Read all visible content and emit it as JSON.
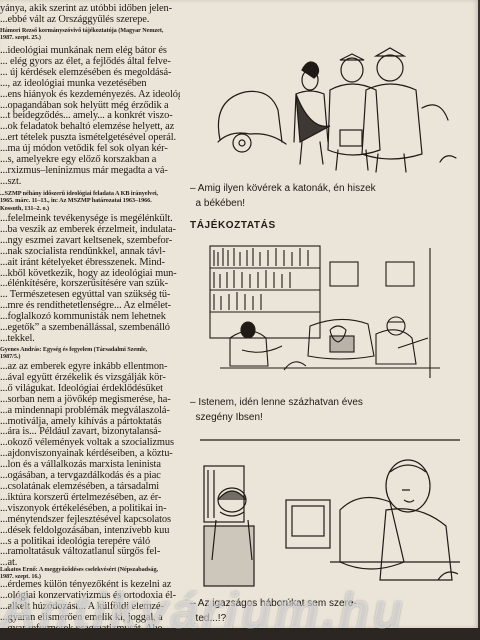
{
  "left_column": {
    "p1": "yánya, akik szerint az utóbbi időben jelen-\n...ebbé vált az Országgyűlés szerepe.",
    "src1": "Hámori Rezső kormányszóvivő tájékoztatója (Magyar Nemzet,\n1987. szept. 25.)",
    "p2": "...ideológiai munkának nem elég bátor és\n... elég gyors az élet, a fejlődés által felve-\n... új kérdések elemzésében és megoldásá-\n..., az ideológiai munka vezetésében\n...ens hiányok és kezdeményezés. Az ideológiai felvigyázó munkában és\n...opagandában sok helyütt még érződik a\n...t beidegződés... amely... a konkrét viszo-\n...ok feladatok behaltó elemzése helyett, az\n...ert tételek puszta ismételgetésével operál.\n...ma új módon vetődik fel sok olyan kér-\n...s, amelyekre egy előző korszakban a\n...rxizmus–leninizmus már megadta a vá-\n...szt.",
    "src2": "...SZMP néhány időszerű ideológiai feladata A KB irányelvei,\n1965. márc. 11–13., in: Az MSZMP határozatai 1963–1966.\nKossuth, 131–2. o.)",
    "p3": "...felelmeink tevékenysége is megélénkült.\n...ba veszik az emberek érzelmeit, indulata-\n...ngy eszmei zavart keltsenek, szembefor-\n...nak szocialista rendünkkel, annak távl-\n...ait iránt kételyeket ébresszenek. Mind-\n...kből következik, hogy az ideológiai mun-\n...élénkítésére, korszerűsítésére van szük-\n... Természetesen egyúttal van szükség tü-\n...mre és rendíthetetlenségre... Az elmélet-\n...foglalkozó kommunisták nem lehetnek\n...egetők” a szembenállással, szembenálló\n...tekkel.",
    "src3": "Gyenes András: Egység és fegyelem (Társadalmi Szemle,\n1987/5.)",
    "p4": "...az az emberek egyre inkább ellentmon-\n...ával együtt érzékelik és vizsgálják kör-\n...ő világukat. Ideológiai érdeklődésüket\n...sorban nem a jövőkép megismerése, ha-\n...a mindennapi problémák megválaszolá-\n...motiválja, amely kihívás a pártoktatás\n...ára is... Például zavart, bizonytalansá-\n...okoző vélemények voltak a szocializmus\n...ajdonviszonyainak kérdéseiben, a köztu-\n...lon és a vállalkozás marxista leninista\n...ogásában, a tervgazdálkodás és a piac\n...csolatának elemzésében, a társadalmi\n...iktúra korszerű értelmezésében, az ér-\n...viszonyok értékelésében, a politikai in-\n...ménytendszer fejlesztésével kapcsolatos\n...dések feldolgozásában, intenzívebb kuu\n...s a politikai ideológia terepére váló\n...ramoltatásuk változatlanul sürgős fel-\n...at.",
    "src4": "Lakatos Ernő: A meggyőződéses cselekvésért (Népszabadság,\n1987. szept. 16.)",
    "p5": "...érdemes külön tényezőként is kezelni az\n...ológiai konzervativizmus és ortodoxia él-\n...alkelt húzódozást... A külföldi elemzé-\n...gyaran elismerően emelik ki, joggal, a\n...gyar reformerek pragmatizmusát. Ahe-"
  },
  "right_column": {
    "caption1": "– Amig ilyen kövérek a katonák, én hiszek\n  a békében!",
    "heading": "TÁJÉKOZTATÁS",
    "caption2": "– Istenem, idén lenne százhatvan éves\n  szegény Ibsen!",
    "caption3": "– Az igazságos háborúkat sem szere-\n  ted...!?"
  },
  "watermark": "Antikvárium.hu",
  "icons": [
    "cartoon-soldiers",
    "cartoon-library",
    "cartoon-tv-couple"
  ],
  "colors": {
    "paper": "#ebe5d9",
    "ink": "#1f1a16",
    "background": "#2b2622"
  }
}
